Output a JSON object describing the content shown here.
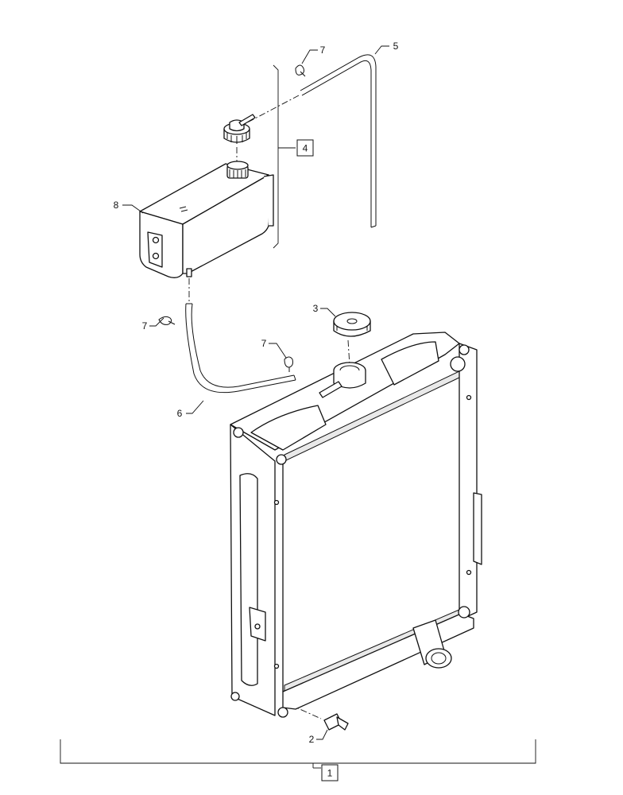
{
  "callouts": {
    "c1": "1",
    "c2": "2",
    "c3": "3",
    "c4": "4",
    "c5": "5",
    "c6": "6",
    "c7a": "7",
    "c7b": "7",
    "c7c": "7",
    "c8": "8"
  }
}
